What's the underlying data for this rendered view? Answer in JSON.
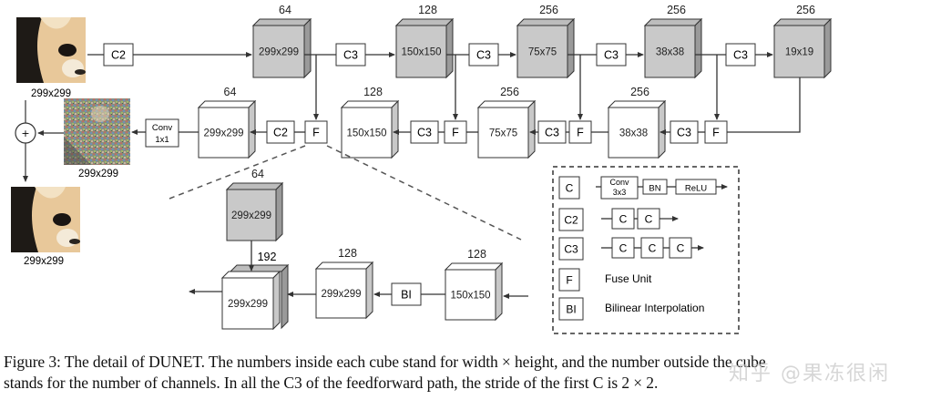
{
  "figure": {
    "input_image": {
      "label": "299x299",
      "description": "panda-face-photo"
    },
    "residual_image": {
      "label": "299x299",
      "description": "noise-residual-image"
    },
    "output_image": {
      "label": "299x299",
      "description": "denoised-panda-photo"
    },
    "sum_symbol": "+",
    "encoder": [
      {
        "size": "299x299",
        "channels": "64"
      },
      {
        "size": "150x150",
        "channels": "128"
      },
      {
        "size": "75x75",
        "channels": "256"
      },
      {
        "size": "38x38",
        "channels": "256"
      },
      {
        "size": "19x19",
        "channels": "256"
      }
    ],
    "encoder_ops": [
      "C2",
      "C3",
      "C3",
      "C3",
      "C3"
    ],
    "decoder": [
      {
        "size": "299x299",
        "channels": "64"
      },
      {
        "size": "150x150",
        "channels": "128"
      },
      {
        "size": "75x75",
        "channels": "256"
      },
      {
        "size": "38x38",
        "channels": "256"
      }
    ],
    "decoder_ops": [
      "C2",
      "C3",
      "C3",
      "C3"
    ],
    "fuse_label": "F",
    "conv_label": "Conv\n1x1",
    "conv_line1": "Conv",
    "conv_line2": "1x1",
    "fuse_detail": {
      "top_cube": {
        "size": "299x299",
        "channels": "64"
      },
      "concat_cube": {
        "size": "299x299",
        "channels": "192"
      },
      "mid_cube": {
        "size": "299x299",
        "channels": "128"
      },
      "right_cube": {
        "size": "150x150",
        "channels": "128"
      },
      "bi_label": "BI"
    },
    "legend": {
      "items": [
        {
          "key": "C",
          "chain": [
            "Conv 3x3",
            "BN",
            "ReLU"
          ]
        },
        {
          "key": "C2",
          "chain": [
            "C",
            "C"
          ]
        },
        {
          "key": "C3",
          "chain": [
            "C",
            "C",
            "C"
          ]
        },
        {
          "key": "F",
          "text": "Fuse Unit"
        },
        {
          "key": "BI",
          "text": "Bilinear Interpolation"
        }
      ],
      "conv_line1": "Conv",
      "conv_line2": "3x3"
    }
  },
  "caption": {
    "line1": "Figure 3: The detail of DUNET. The numbers inside each cube stand for width × height, and the number outside the cube",
    "line2": "stands for the number of channels. In all the C3 of the feedforward path, the stride of the first C is 2 × 2."
  },
  "watermark": "知乎 @果冻很闲"
}
